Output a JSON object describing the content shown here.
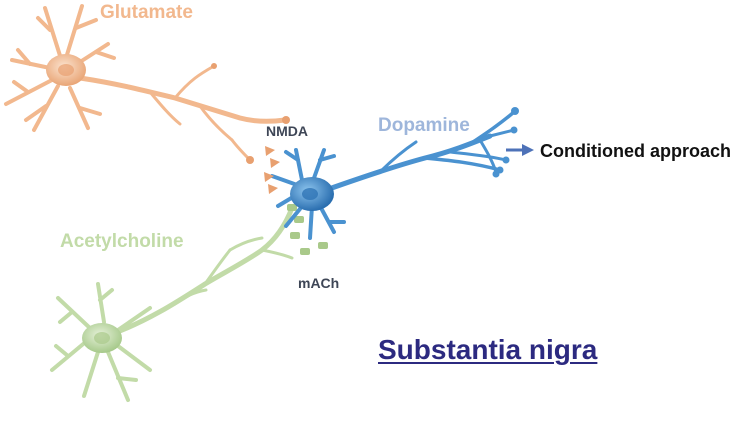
{
  "labels": {
    "glutamate": "Glutamate",
    "dopamine": "Dopamine",
    "acetylcholine": "Acetylcholine",
    "nmda": "NMDA",
    "mach": "mACh",
    "output": "Conditioned approach",
    "region": "Substantia nigra"
  },
  "colors": {
    "glutamate": "#f2b88e",
    "glutamate_dark": "#e8a070",
    "dopamine": "#4a92d0",
    "dopamine_dark": "#2f74b5",
    "dopamine_label": "#9eb6db",
    "acetylcholine": "#c2dba8",
    "acetylcholine_dark": "#a9c98a",
    "nmda_text": "#3e4656",
    "mach_text": "#3e4656",
    "output_text": "#111111",
    "region_text": "#2c2a80",
    "arrow": "#4e72b8"
  }
}
